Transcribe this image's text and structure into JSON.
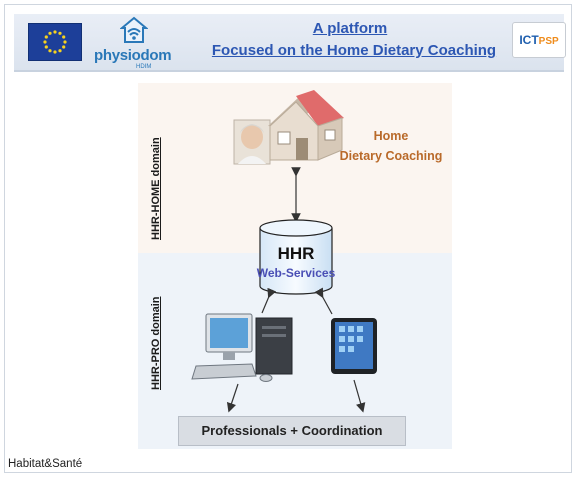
{
  "header": {
    "title_line1": "A platform",
    "title_line2": "Focused on  the Home Dietary Coaching",
    "logo_name": "physiodom",
    "logo_sub": "HDIM",
    "ict_logo_main": "ICT",
    "ict_logo_suffix": "PSP"
  },
  "diagram": {
    "home_domain_label": "HHR-HOME domain",
    "pro_domain_label": "HHR-PRO domain",
    "home_caption_line1": "Home",
    "home_caption_line2": "Dietary Coaching",
    "hhr_title": "HHR",
    "hhr_subtitle": "Web-Services",
    "pro_box_label": "Professionals + Coordination"
  },
  "footer": {
    "text": "Habitat&Santé"
  },
  "colors": {
    "title_blue": "#2d57b3",
    "home_caption": "#b96a2a",
    "hhr_subtitle": "#4a4fb5",
    "eu_blue": "#1d3f99",
    "eu_star": "#f6d21f"
  },
  "icons": [
    "eu-flag-icon",
    "physiodom-logo-icon",
    "ict-psp-logo-icon",
    "elderly-person-icon",
    "house-icon",
    "database-cylinder-icon",
    "desktop-computer-icon",
    "tablet-icon"
  ]
}
